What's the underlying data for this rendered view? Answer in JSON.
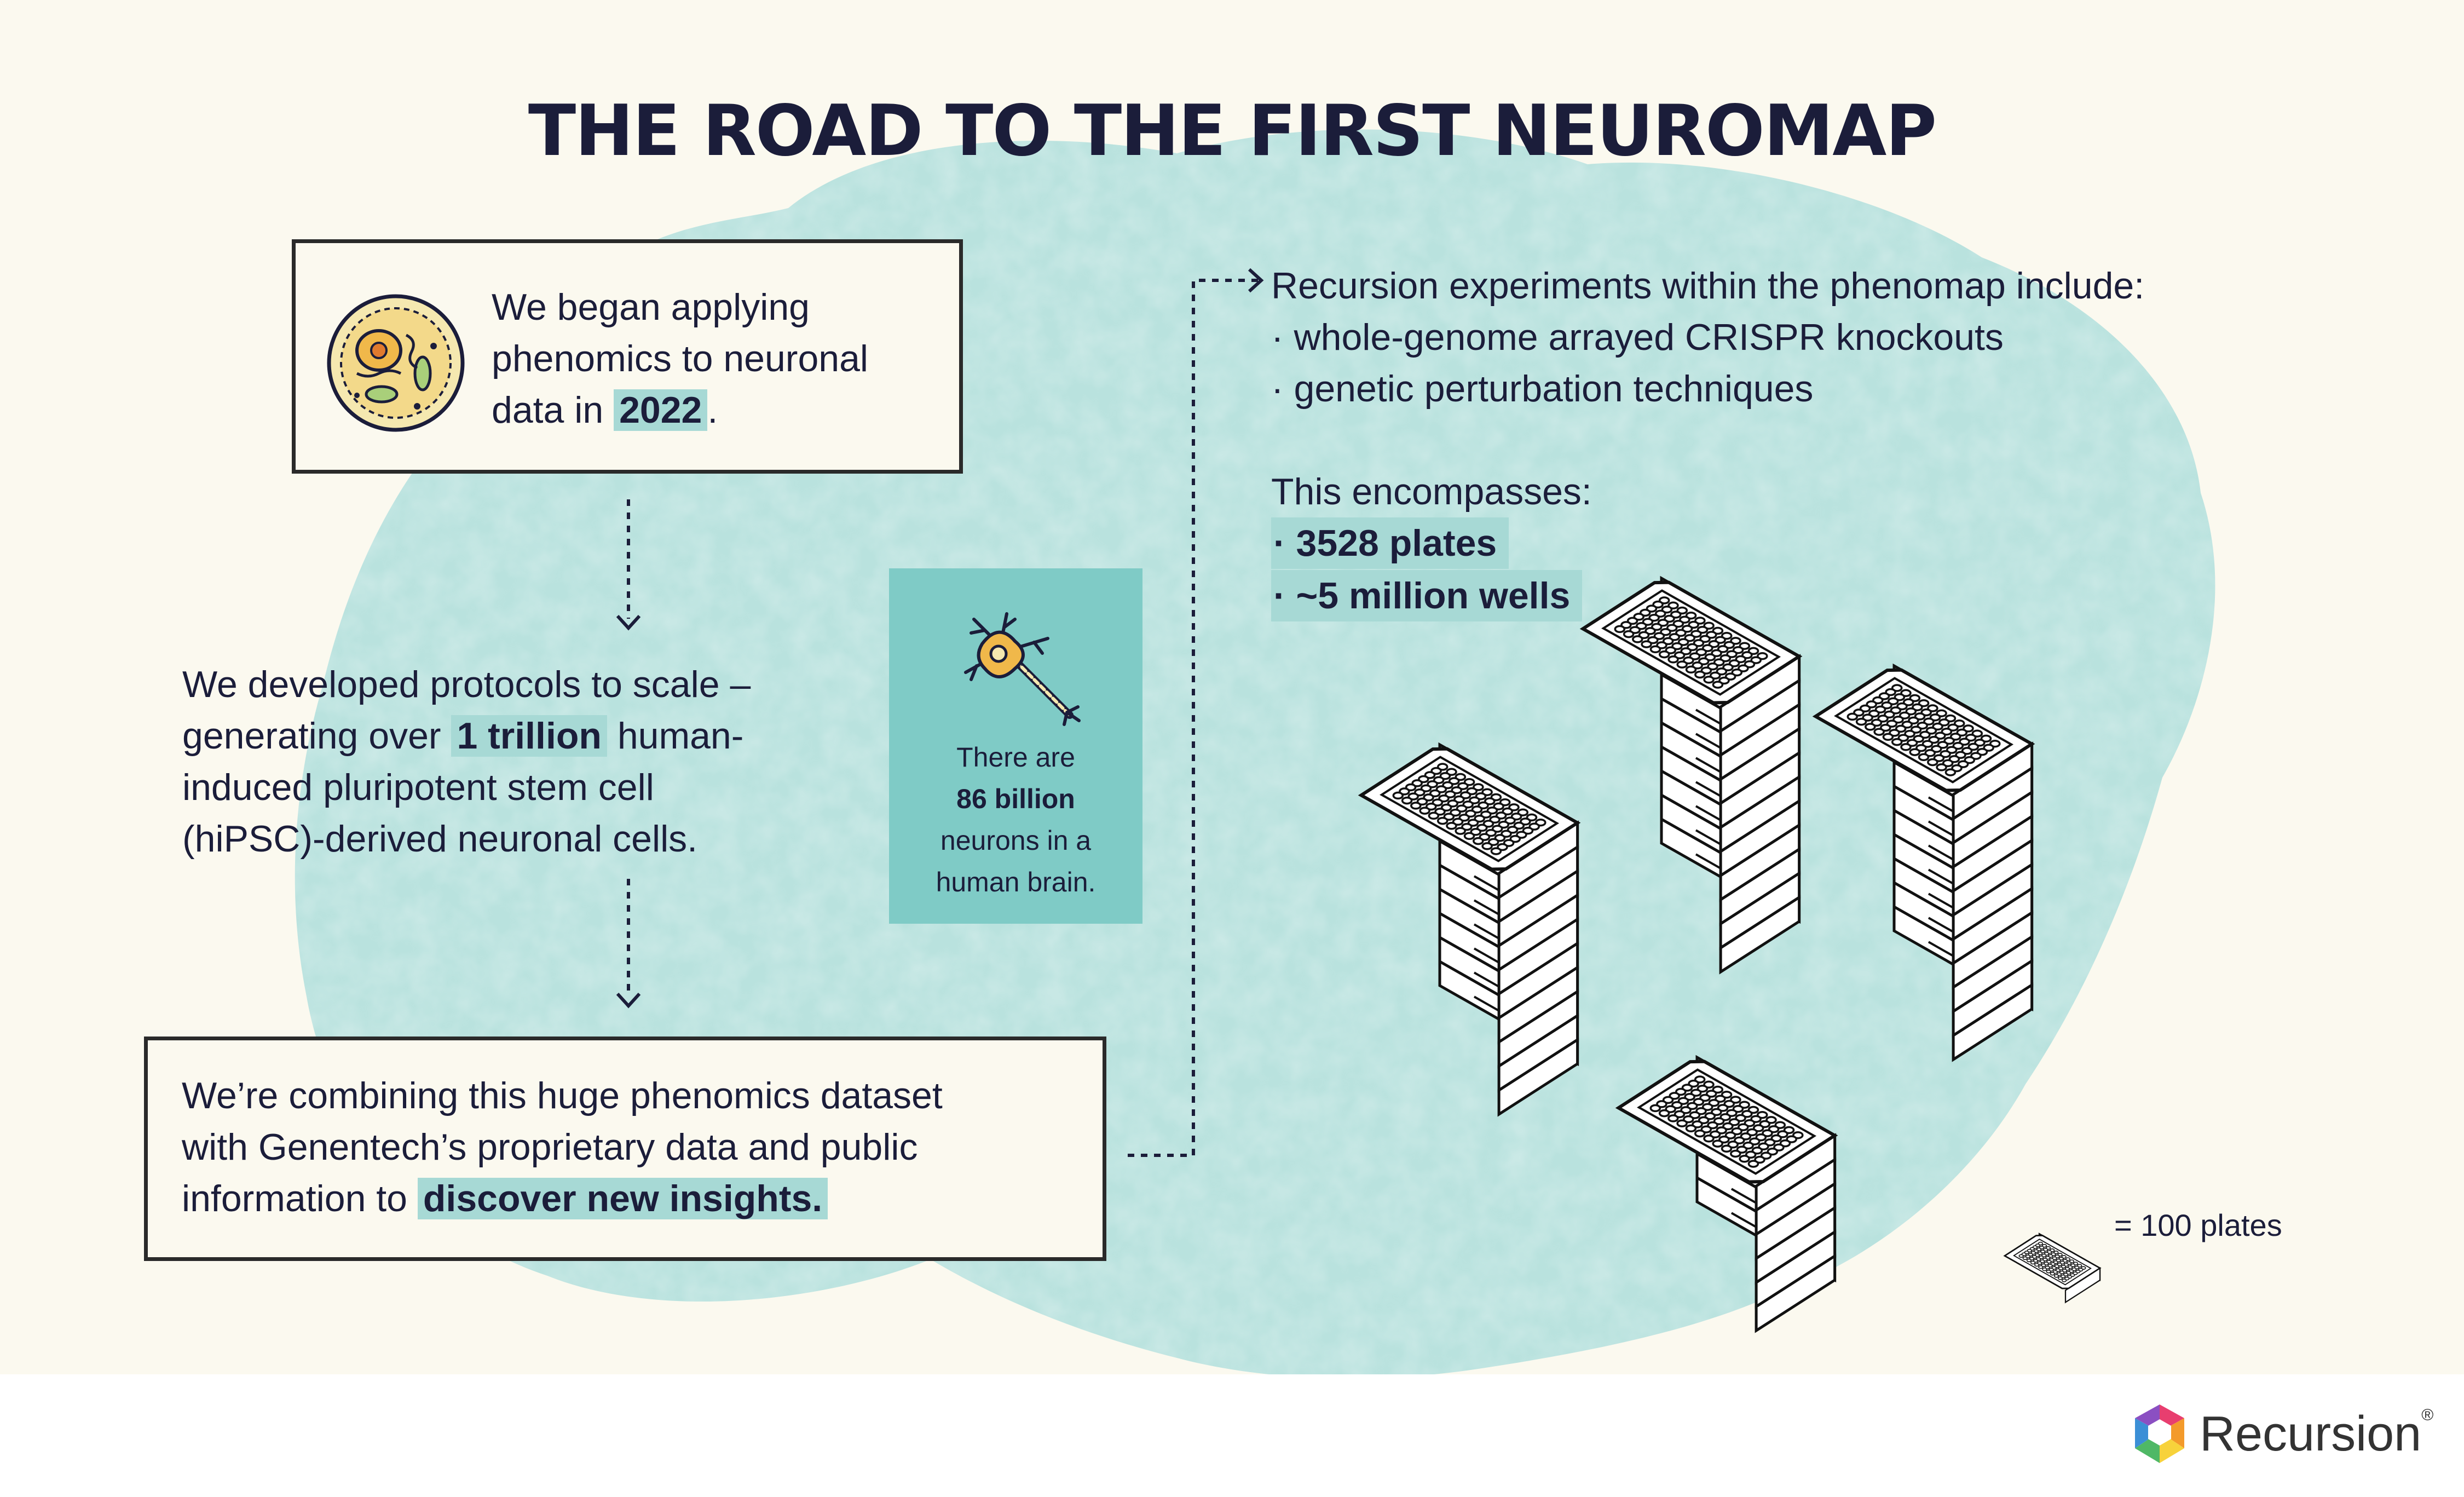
{
  "title": "THE ROAD TO THE FIRST NEUROMAP",
  "step1": {
    "line1": "We began applying",
    "line2": "phenomics to neuronal",
    "line3_pre": "data in ",
    "year": "2022",
    "line3_post": "."
  },
  "step2": {
    "line1": "We developed protocols to scale –",
    "line2_pre": "generating over ",
    "highlight": "1 trillion",
    "line2_post": " human-",
    "line3": "induced pluripotent stem cell",
    "line4": "(hiPSC)-derived neuronal cells."
  },
  "step3": {
    "line1": "We’re combining this huge phenomics dataset",
    "line2": "with Genentech’s proprietary data and public",
    "line3_pre": "information to ",
    "highlight": "discover new insights."
  },
  "neuron_card": {
    "line1": "There are",
    "highlight": "86 billion",
    "line3": "neurons in a",
    "line4": "human brain."
  },
  "experiments": {
    "heading": "Recursion experiments within the phenomap include:",
    "items": [
      "· whole-genome arrayed CRISPR knockouts",
      "· genetic perturbation techniques"
    ],
    "encompasses": "This encompasses:",
    "stats": [
      "· 3528 plates",
      "· ~5 million wells"
    ]
  },
  "legend": {
    "label": "= 100 plates"
  },
  "logo": {
    "text": "Recursion",
    "mark": "®"
  },
  "colors": {
    "navy": "#1b1d3a",
    "teal": "#a7d9d5",
    "teal_dark": "#7fcbc6",
    "brain": "#b9e2de",
    "background": "#fbf9ef"
  },
  "icons": [
    "cell-icon",
    "neuron-icon",
    "well-plate-icon",
    "recursion-logo-icon"
  ]
}
